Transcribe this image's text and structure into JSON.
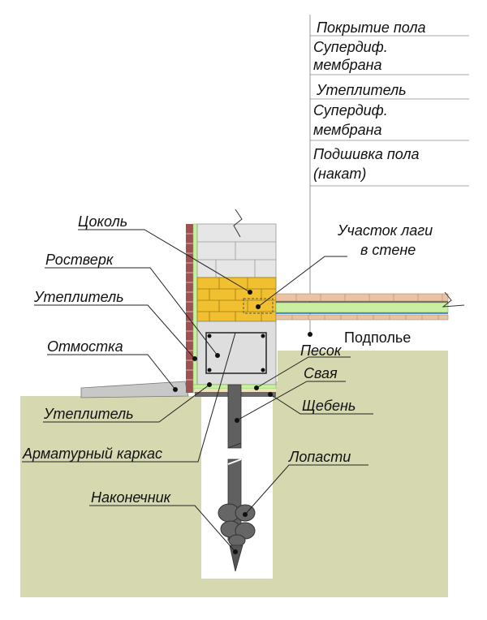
{
  "diagram": {
    "right_stack": {
      "floor_covering": "Покрытие пола",
      "membrane_1_line1": "Супердиф.",
      "membrane_1_line2": "мембрана",
      "insulation": "Утеплитель",
      "membrane_2_line1": "Супердиф.",
      "membrane_2_line2": "мембрана",
      "subfloor_line1": "Подшивка пола",
      "subfloor_line2": "(накат)"
    },
    "labels": {
      "plinth": "Цоколь",
      "grillage": "Ростверк",
      "insulation_wall": "Утеплитель",
      "blind_area": "Отмостка",
      "insulation_base": "Утеплитель",
      "rebar_cage": "Арматурный каркас",
      "tip": "Наконечник",
      "joist_line1": "Участок лаги",
      "joist_line2": "в стене",
      "underfloor": "Подполье",
      "sand": "Песок",
      "pile": "Свая",
      "gravel": "Щебень",
      "blades": "Лопасти"
    },
    "colors": {
      "ground": "#d6d9b0",
      "block": "#e6e6e6",
      "grillage": "#dedede",
      "yellow_block": "#f0c030",
      "insulation": "#c8f0a0",
      "brick": "#a05050",
      "board": "#e8c4a4",
      "pile": "#606060"
    }
  }
}
